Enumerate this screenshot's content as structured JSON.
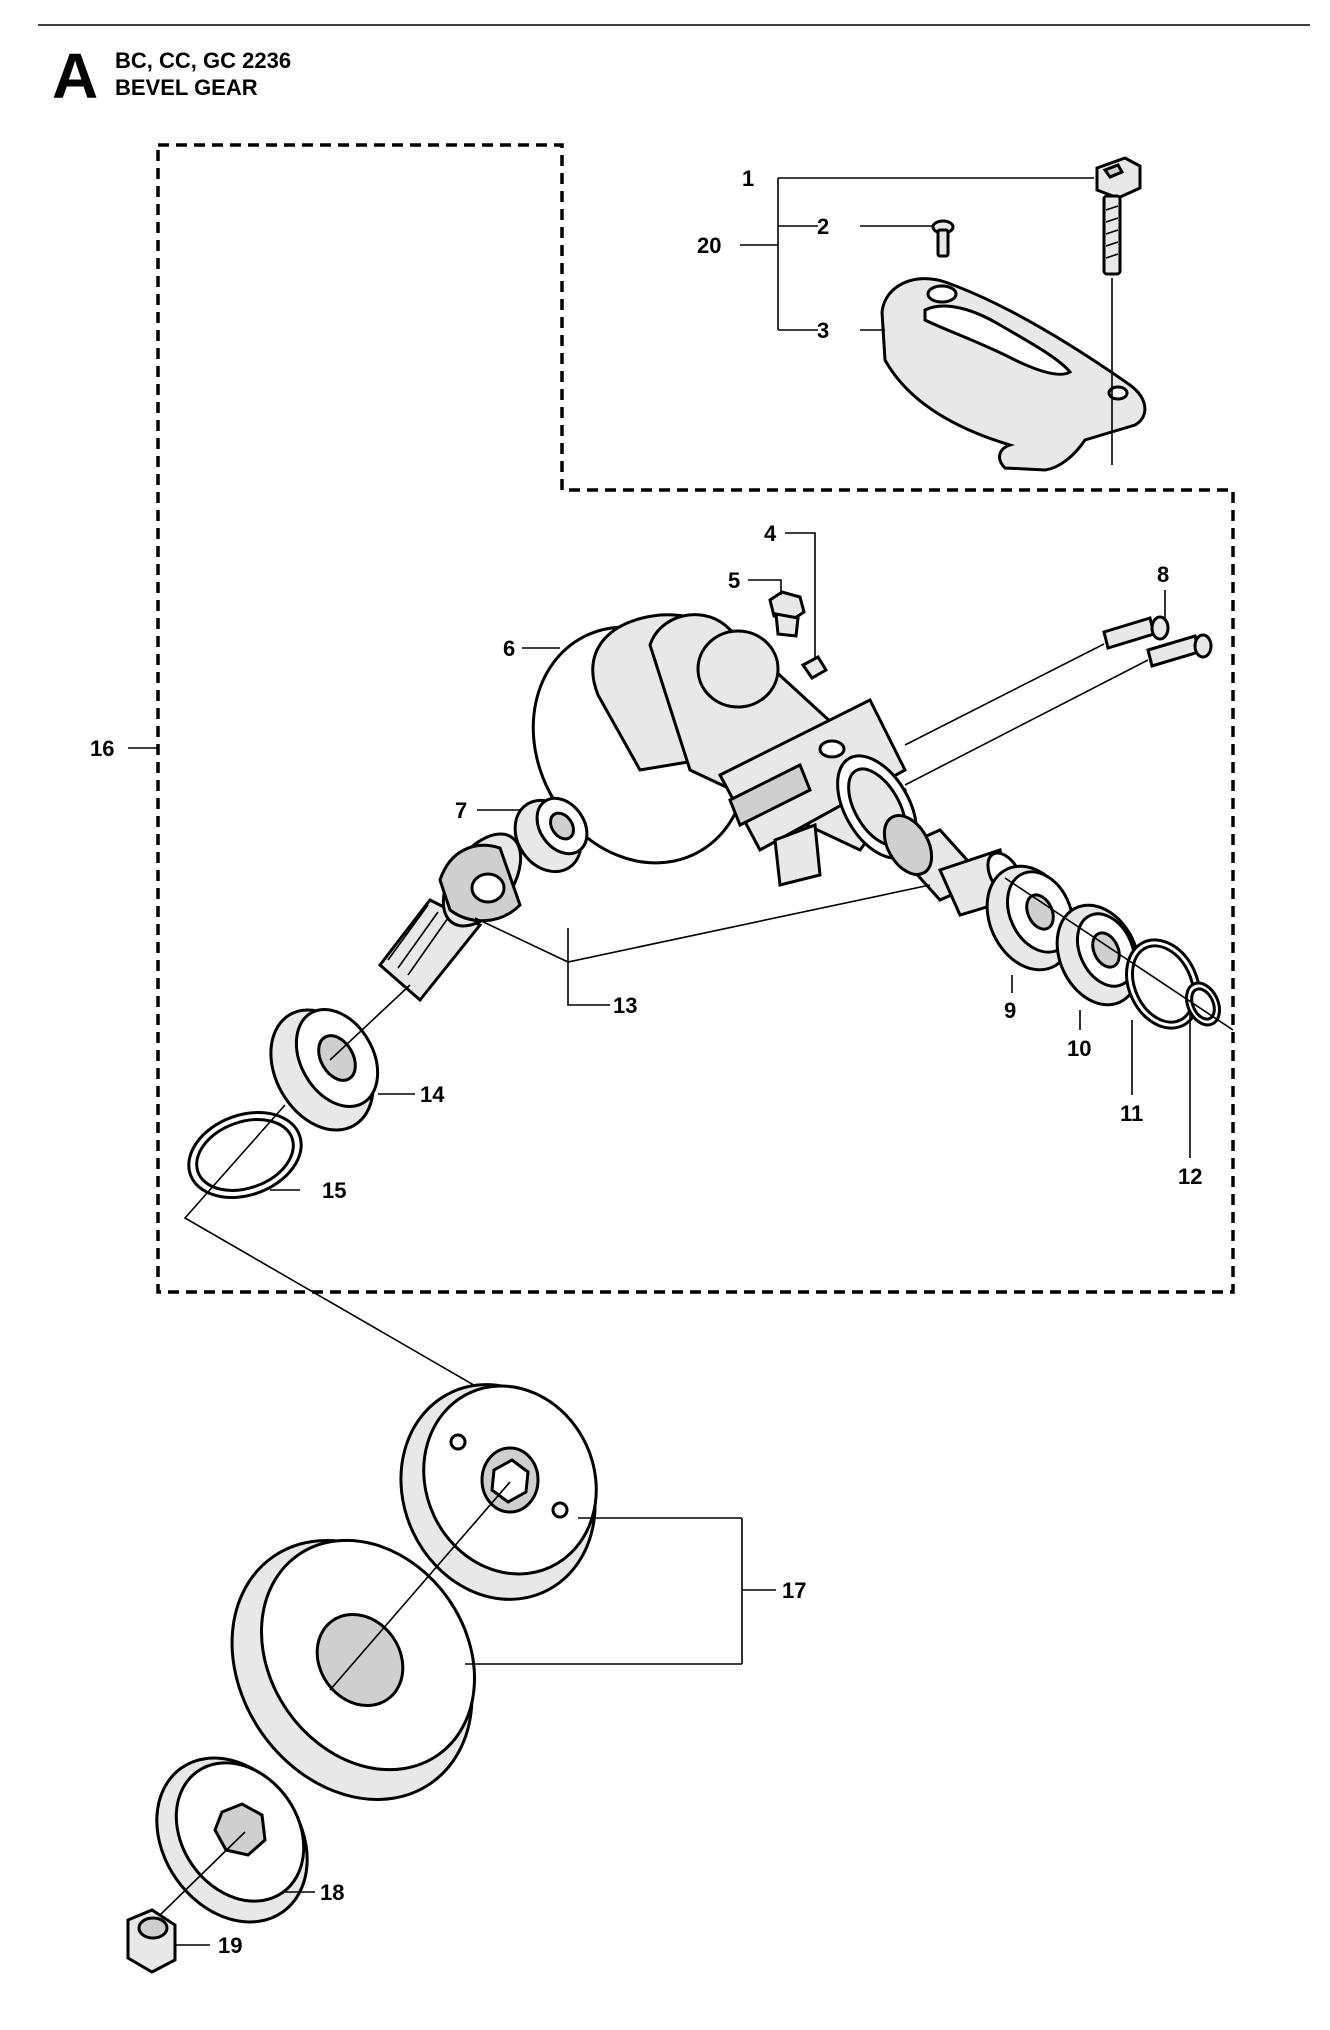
{
  "header": {
    "letter": "A",
    "models": "BC, CC, GC 2236",
    "title": "BEVEL GEAR"
  },
  "callouts": {
    "p1": "1",
    "p2": "2",
    "p3": "3",
    "p4": "4",
    "p5": "5",
    "p6": "6",
    "p7": "7",
    "p8": "8",
    "p9": "9",
    "p10": "10",
    "p11": "11",
    "p12": "12",
    "p13": "13",
    "p14": "14",
    "p15": "15",
    "p16": "16",
    "p17": "17",
    "p18": "18",
    "p19": "19",
    "p20": "20"
  }
}
